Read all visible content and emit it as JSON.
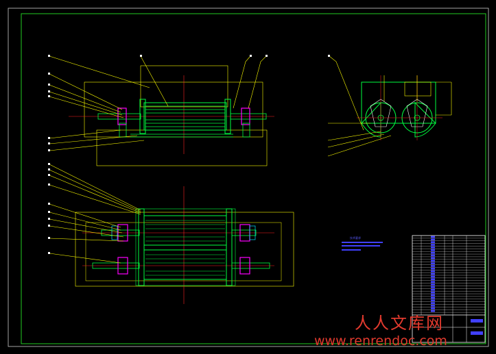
{
  "canvas": {
    "background": "#000000",
    "frame_color": "#22cc22"
  },
  "colors": {
    "outline": "#00ff40",
    "dimension": "#ffff00",
    "center_line": "#ff2020",
    "hatch_magenta": "#ff00ff",
    "blue_text": "#5050ff",
    "white": "#ffffff",
    "cyan": "#00e5ff"
  },
  "notes": {
    "title": "技术要求",
    "lines": [
      "",
      "",
      ""
    ]
  },
  "title_block": {
    "rows": 30
  },
  "watermark": {
    "site_cn": "人人文库网",
    "url": "www.renrendoc.com"
  }
}
